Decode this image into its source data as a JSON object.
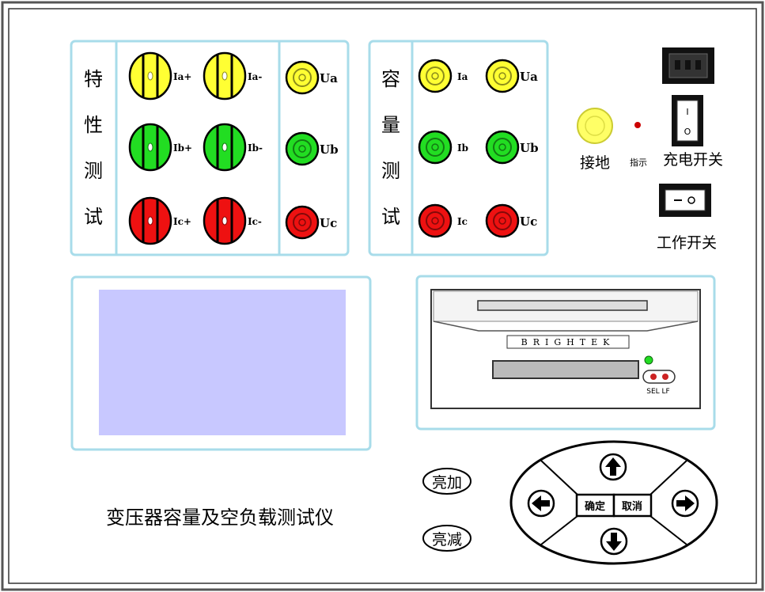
{
  "instrument": {
    "title": "变压器容量及空负载测试仪"
  },
  "characteristic_test": {
    "label_chars": [
      "特",
      "性",
      "测",
      "试"
    ],
    "current_terminals": [
      {
        "plus": "Ia+",
        "minus": "Ia-",
        "color": "#ffff33"
      },
      {
        "plus": "Ib+",
        "minus": "Ib-",
        "color": "#22dd22"
      },
      {
        "plus": "Ic+",
        "minus": "Ic-",
        "color": "#ee1111"
      }
    ],
    "voltage_terminals": [
      {
        "label": "Ua",
        "color": "#ffff33"
      },
      {
        "label": "Ub",
        "color": "#22dd22"
      },
      {
        "label": "Uc",
        "color": "#ee1111"
      }
    ]
  },
  "capacity_test": {
    "label_chars": [
      "容",
      "量",
      "测",
      "试"
    ],
    "terminals": [
      {
        "current": "Ia",
        "voltage": "Ua",
        "color": "#ffff33"
      },
      {
        "current": "Ib",
        "voltage": "Ub",
        "color": "#22dd22"
      },
      {
        "current": "Ic",
        "voltage": "Uc",
        "color": "#ee1111"
      }
    ]
  },
  "power": {
    "ground_label": "接地",
    "indicator_label": "指示",
    "charge_switch_label": "充电开关",
    "work_switch_label": "工作开关",
    "charge_switch_marks": [
      "I",
      "O"
    ]
  },
  "printer": {
    "brand": "BRIGHTEK",
    "buttons_label": "SEL LF"
  },
  "controls": {
    "brightness_up": "亮加",
    "brightness_down": "亮减",
    "confirm": "确定",
    "cancel": "取消"
  },
  "colors": {
    "panel_border": "#a8dcea",
    "screen": "#c8c8ff",
    "yellow": "#ffff33",
    "green": "#22dd22",
    "red": "#ee1111"
  }
}
